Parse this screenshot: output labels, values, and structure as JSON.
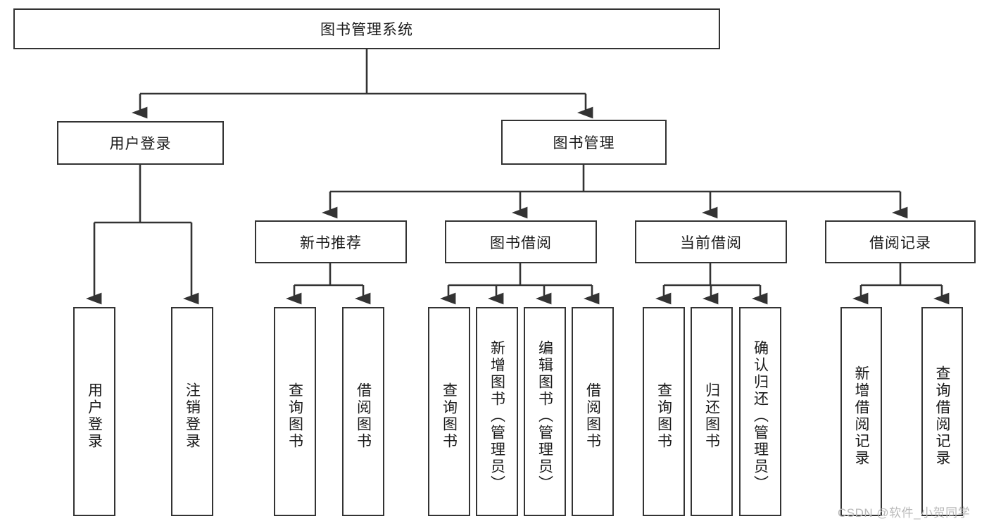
{
  "diagram": {
    "type": "tree",
    "title": "图书管理系统",
    "root": {
      "label": "图书管理系统"
    },
    "level2": [
      {
        "label": "用户登录"
      },
      {
        "label": "图书管理"
      }
    ],
    "level3": [
      {
        "label": "新书推荐"
      },
      {
        "label": "图书借阅"
      },
      {
        "label": "当前借阅"
      },
      {
        "label": "借阅记录"
      }
    ],
    "leaves": {
      "user_login": [
        {
          "label": "用户登录"
        },
        {
          "label": "注销登录"
        }
      ],
      "new_book_recommend": [
        {
          "label": "查询图书"
        },
        {
          "label": "借阅图书"
        }
      ],
      "book_borrow": [
        {
          "label": "查询图书"
        },
        {
          "label": "新增图书（管理员）"
        },
        {
          "label": "编辑图书（管理员）"
        },
        {
          "label": "借阅图书"
        }
      ],
      "current_borrow": [
        {
          "label": "查询图书"
        },
        {
          "label": "归还图书"
        },
        {
          "label": "确认归还（管理员）"
        }
      ],
      "borrow_record": [
        {
          "label": "新增借阅记录"
        },
        {
          "label": "查询借阅记录"
        }
      ]
    },
    "colors": {
      "stroke": "#333333",
      "fill": "#ffffff",
      "text": "#1a1a1a",
      "watermark": "#b9b9b9"
    },
    "watermark": "CSDN @软件_小贺同学"
  }
}
